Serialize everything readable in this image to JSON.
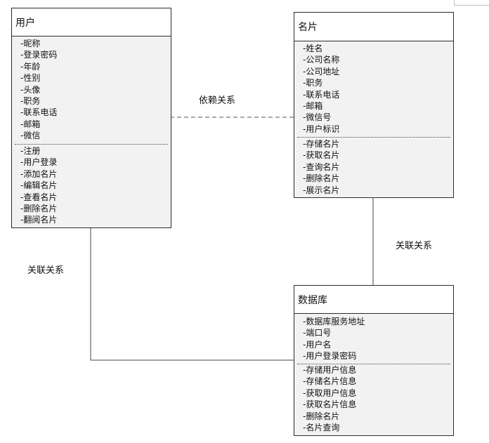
{
  "classes": {
    "user": {
      "name": "用户",
      "attributes": [
        "-昵称",
        "-登录密码",
        "-年龄",
        "-性别",
        "-头像",
        "-职务",
        "-联系电话",
        "-邮箱",
        "-微信"
      ],
      "methods": [
        "-注册",
        "-用户登录",
        "-添加名片",
        "-编辑名片",
        "-查看名片",
        "-删除名片",
        "-翻阅名片"
      ]
    },
    "card": {
      "name": "名片",
      "attributes": [
        "-姓名",
        "-公司名称",
        "-公司地址",
        "-职务",
        "-联系电话",
        "-邮箱",
        "-微信号",
        "-用户标识"
      ],
      "methods": [
        "-存储名片",
        "-获取名片",
        "-查询名片",
        "-删除名片",
        "-展示名片"
      ]
    },
    "database": {
      "name": "数据库",
      "attributes": [
        "-数据库服务地址",
        "-端口号",
        "-用户名",
        "-用户登录密码"
      ],
      "methods": [
        "-存储用户信息",
        "-存储名片信息",
        "-获取用户信息",
        "-获取名片信息",
        "-删除名片",
        "-名片查询"
      ]
    }
  },
  "relations": {
    "dependency": "依赖关系",
    "assoc_card_db": "关联关系",
    "assoc_user_db": "关联关系"
  }
}
